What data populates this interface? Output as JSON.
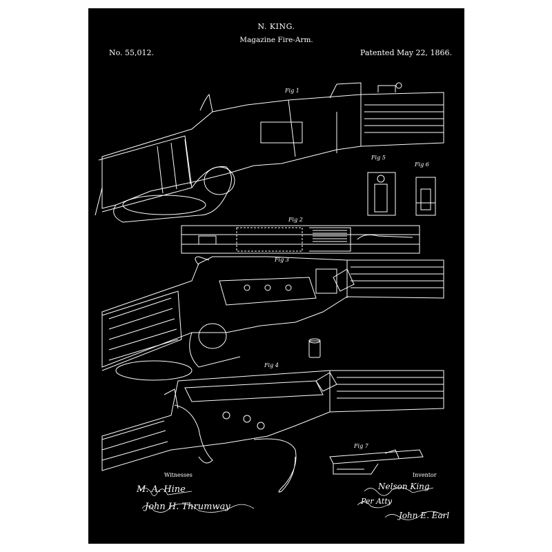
{
  "header": {
    "inventor_name": "N. KING.",
    "title": "Magazine Fire-Arm.",
    "number": "No. 55,012.",
    "patented": "Patented May 22, 1866."
  },
  "figures": {
    "fig1": "Fig 1",
    "fig2": "Fig 2",
    "fig3": "Fig 3",
    "fig4": "Fig 4",
    "fig5": "Fig 5",
    "fig6": "Fig 6",
    "fig7": "Fig 7"
  },
  "footer": {
    "witnesses_label": "Witnesses",
    "witness1": "M. A. Hine",
    "witness2": "John H. Thrumway",
    "inventor_label": "Inventor",
    "inventor_sig": "Nelson King",
    "attorney": "Per Atty",
    "attorney_name": "John E. Earl"
  },
  "colors": {
    "background": "#000000",
    "ink": "#ffffff",
    "frame": "#ffffff"
  }
}
